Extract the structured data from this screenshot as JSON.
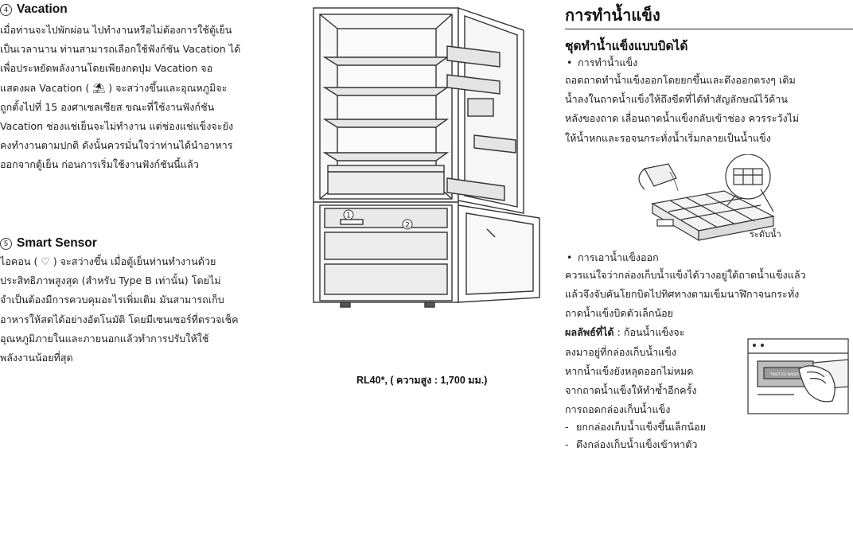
{
  "left": {
    "vacation": {
      "number": "4",
      "title": "Vacation",
      "lines": [
        "เมื่อท่านจะไปพักผ่อน ไปทำงานหรือไม่ต้องการใช้ตู้เย็น",
        "เป็นเวลานาน ท่านสามารถเลือกใช้ฟังก์ชัน Vacation ได้",
        "เพื่อประหยัดพลังงานโดยเพียงกดปุ่ม Vacation จอ",
        "แสดงผล Vacation ( ⛱ ) จะสว่างขึ้นและอุณหภูมิจะ",
        "ถูกตั้งไปที่ 15 องศาเซลเซียส ขณะที่ใช้งานฟังก์ชัน",
        "Vacation ช่องแช่เย็นจะไม่ทำงาน แต่ช่องแช่แข็งจะยัง",
        "คงทำงานตามปกติ ดังนั้นควรมั่นใจว่าท่านได้นำอาหาร",
        "ออกจากตู้เย็น ก่อนการเริ่มใช้งานฟังก์ชันนี้แล้ว"
      ]
    },
    "smart_sensor": {
      "number": "5",
      "title": "Smart Sensor",
      "lines": [
        "ไอคอน ( ♡ ) จะสว่างขึ้น เมื่อตู้เย็นท่านทำงานด้วย",
        "ประสิทธิภาพสูงสุด (สำหรับ Type B เท่านั้น) โดยไม่",
        "จำเป็นต้องมีการควบคุมอะไรเพิ่มเติม มันสามารถเก็บ",
        "อาหารให้สดได้อย่างอัตโนมัติ โดยมีเซนเซอร์ที่ตรวจเช็ค",
        "อุณหภูมิภายในและภายนอกแล้วทำการปรับให้ใช้",
        "พลังงานน้อยที่สุด"
      ]
    }
  },
  "middle": {
    "fridge_labels": [
      "1",
      "2"
    ],
    "caption": "RL40*, ( ความสูง : 1,700 มม.)"
  },
  "right": {
    "title": "การทำน้ำแข็ง",
    "subtitle": "ชุดทำน้ำแข็งแบบบิดได้",
    "bullet1": "การทำน้ำแข็ง",
    "para1": [
      "ถอดถาดทำน้ำแข็งออกโดยยกขึ้นและดึงออกตรงๆ เติม",
      "น้ำลงในถาดน้ำแข็งให้ถึงขีดที่ได้ทำสัญลักษณ์ไว้ด้าน",
      "หลังของถาด เลื่อนถาดน้ำแข็งกลับเข้าช่อง ควรระวังไม่",
      "ให้น้ำหกและรอจนกระทั่งน้ำเริ่มกลายเป็นน้ำแข็ง"
    ],
    "water_level_label": "ระดับน้ำ",
    "bullet2": "การเอาน้ำแข็งออก",
    "para2": [
      "ควรแน่ใจว่ากล่องเก็บน้ำแข็งได้วางอยู่ใต้ถาดน้ำแข็งแล้ว",
      "แล้วจึงจับคันโยกบิดไปทิศทางตามเข็มนาฬิกาจนกระทั่ง",
      "ถาดน้ำแข็งบิดตัวเล็กน้อย"
    ],
    "result_label": "ผลลัพธ์ที่ได้",
    "result_lines": [
      " : ก้อนน้ำแข็งจะ",
      "ลงมาอยู่ที่กล่องเก็บน้ำแข็ง",
      "หากน้ำแข็งยังหลุดออกไม่หมด",
      "จากถาดน้ำแข็งให้ทำซ้ำอีกครั้ง",
      "การถอดกล่องเก็บน้ำแข็ง"
    ],
    "steps": [
      "ยกกล่องเก็บน้ำแข็งขึ้นเล็กน้อย",
      "ดึงกล่องเก็บน้ำแข็งเข้าหาตัว"
    ],
    "panel_text": "TWIST ICE MAKER"
  }
}
